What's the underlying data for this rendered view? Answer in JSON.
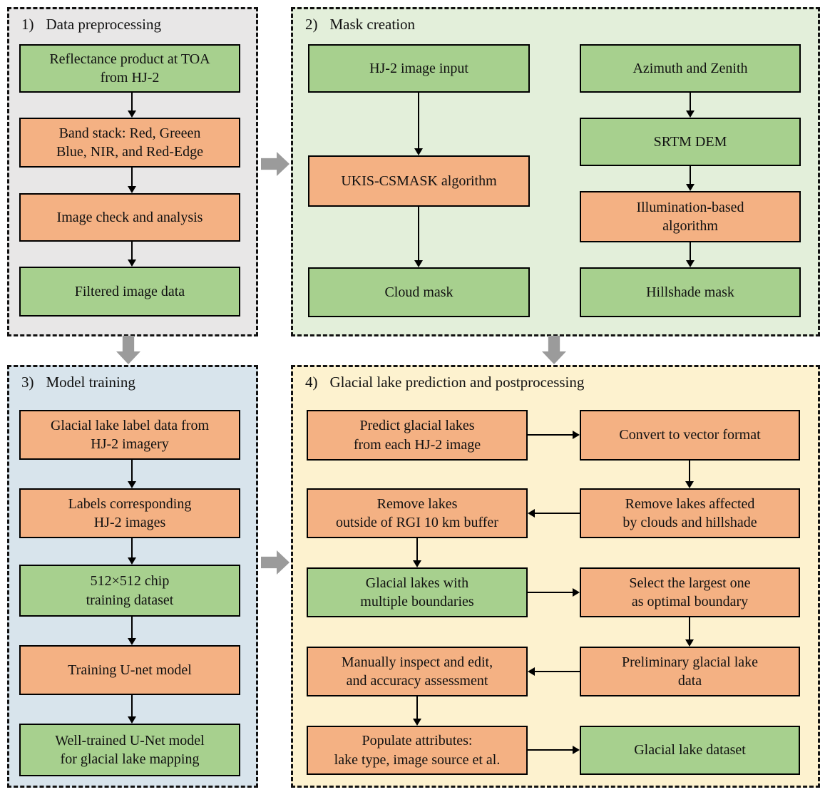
{
  "colors": {
    "green_box": "#a7d08e",
    "orange_box": "#f4b183",
    "box_border": "#000000",
    "panel_border_dash": "#111111",
    "panel1_bg": "#e8e7e7",
    "panel2_bg": "#e3efda",
    "panel3_bg": "#d8e4ec",
    "panel4_bg": "#fdf2cf",
    "connector_gray": "#9b9b9b"
  },
  "panels": [
    {
      "number": "1)",
      "title": "Data preprocessing",
      "boxes": [
        {
          "name": "reflectance-product",
          "color": "green",
          "lines": [
            "Reflectance product at TOA",
            "from HJ-2"
          ]
        },
        {
          "name": "band-stack",
          "color": "orange",
          "lines": [
            "Band stack: Red, Greeen",
            "Blue, NIR, and Red-Edge"
          ]
        },
        {
          "name": "image-check",
          "color": "orange",
          "lines": [
            "Image check and analysis"
          ]
        },
        {
          "name": "filtered-image-data",
          "color": "green",
          "lines": [
            "Filtered image data"
          ]
        }
      ]
    },
    {
      "number": "2)",
      "title": "Mask creation",
      "left_boxes": [
        {
          "name": "hj2-image-input",
          "color": "green",
          "lines": [
            "HJ-2 image input"
          ]
        },
        {
          "name": "ukis-csmask",
          "color": "orange",
          "lines": [
            "UKIS-CSMASK algorithm"
          ]
        },
        {
          "name": "cloud-mask",
          "color": "green",
          "lines": [
            "Cloud mask"
          ]
        }
      ],
      "right_boxes": [
        {
          "name": "azimuth-zenith",
          "color": "green",
          "lines": [
            "Azimuth and Zenith"
          ]
        },
        {
          "name": "srtm-dem",
          "color": "green",
          "lines": [
            "SRTM DEM"
          ]
        },
        {
          "name": "illumination-algorithm",
          "color": "orange",
          "lines": [
            "Illumination-based",
            "algorithm"
          ]
        },
        {
          "name": "hillshade-mask",
          "color": "green",
          "lines": [
            "Hillshade mask"
          ]
        }
      ]
    },
    {
      "number": "3)",
      "title": "Model training",
      "boxes": [
        {
          "name": "glacial-lake-label-data",
          "color": "orange",
          "lines": [
            "Glacial lake label data from",
            "HJ-2 imagery"
          ]
        },
        {
          "name": "labels-corresponding",
          "color": "orange",
          "lines": [
            "Labels corresponding",
            "HJ-2 images"
          ]
        },
        {
          "name": "chip-training-dataset",
          "color": "green",
          "lines": [
            "512×512 chip",
            "training dataset"
          ]
        },
        {
          "name": "training-unet-model",
          "color": "orange",
          "lines": [
            "Training U-net model"
          ]
        },
        {
          "name": "well-trained-unet",
          "color": "green",
          "lines": [
            "Well-trained U-Net model",
            "for glacial lake mapping"
          ]
        }
      ]
    },
    {
      "number": "4)",
      "title": "Glacial lake prediction and postprocessing",
      "rows": [
        {
          "left": {
            "name": "predict-glacial-lakes",
            "color": "orange",
            "lines": [
              "Predict glacial lakes",
              "from each HJ-2 image"
            ]
          },
          "right": {
            "name": "convert-to-vector",
            "color": "orange",
            "lines": [
              "Convert to vector format"
            ]
          }
        },
        {
          "left": {
            "name": "remove-outside-rgi",
            "color": "orange",
            "lines": [
              "Remove lakes",
              "outside of RGI 10 km buffer"
            ]
          },
          "right": {
            "name": "remove-lakes-affected",
            "color": "orange",
            "lines": [
              "Remove  lakes affected",
              "by clouds and hillshade"
            ]
          }
        },
        {
          "left": {
            "name": "multiple-boundaries",
            "color": "green",
            "lines": [
              "Glacial lakes with",
              "multiple boundaries"
            ]
          },
          "right": {
            "name": "select-largest",
            "color": "orange",
            "lines": [
              "Select the largest one",
              "as optimal boundary"
            ]
          }
        },
        {
          "left": {
            "name": "manually-inspect",
            "color": "orange",
            "lines": [
              "Manually inspect and edit,",
              "and accuracy assessment"
            ]
          },
          "right": {
            "name": "preliminary-data",
            "color": "orange",
            "lines": [
              "Preliminary glacial lake",
              "data"
            ]
          }
        },
        {
          "left": {
            "name": "populate-attributes",
            "color": "orange",
            "lines": [
              "Populate attributes:",
              "lake type, image source et al."
            ]
          },
          "right": {
            "name": "glacial-lake-dataset",
            "color": "green",
            "lines": [
              "Glacial lake dataset"
            ]
          }
        }
      ]
    }
  ]
}
